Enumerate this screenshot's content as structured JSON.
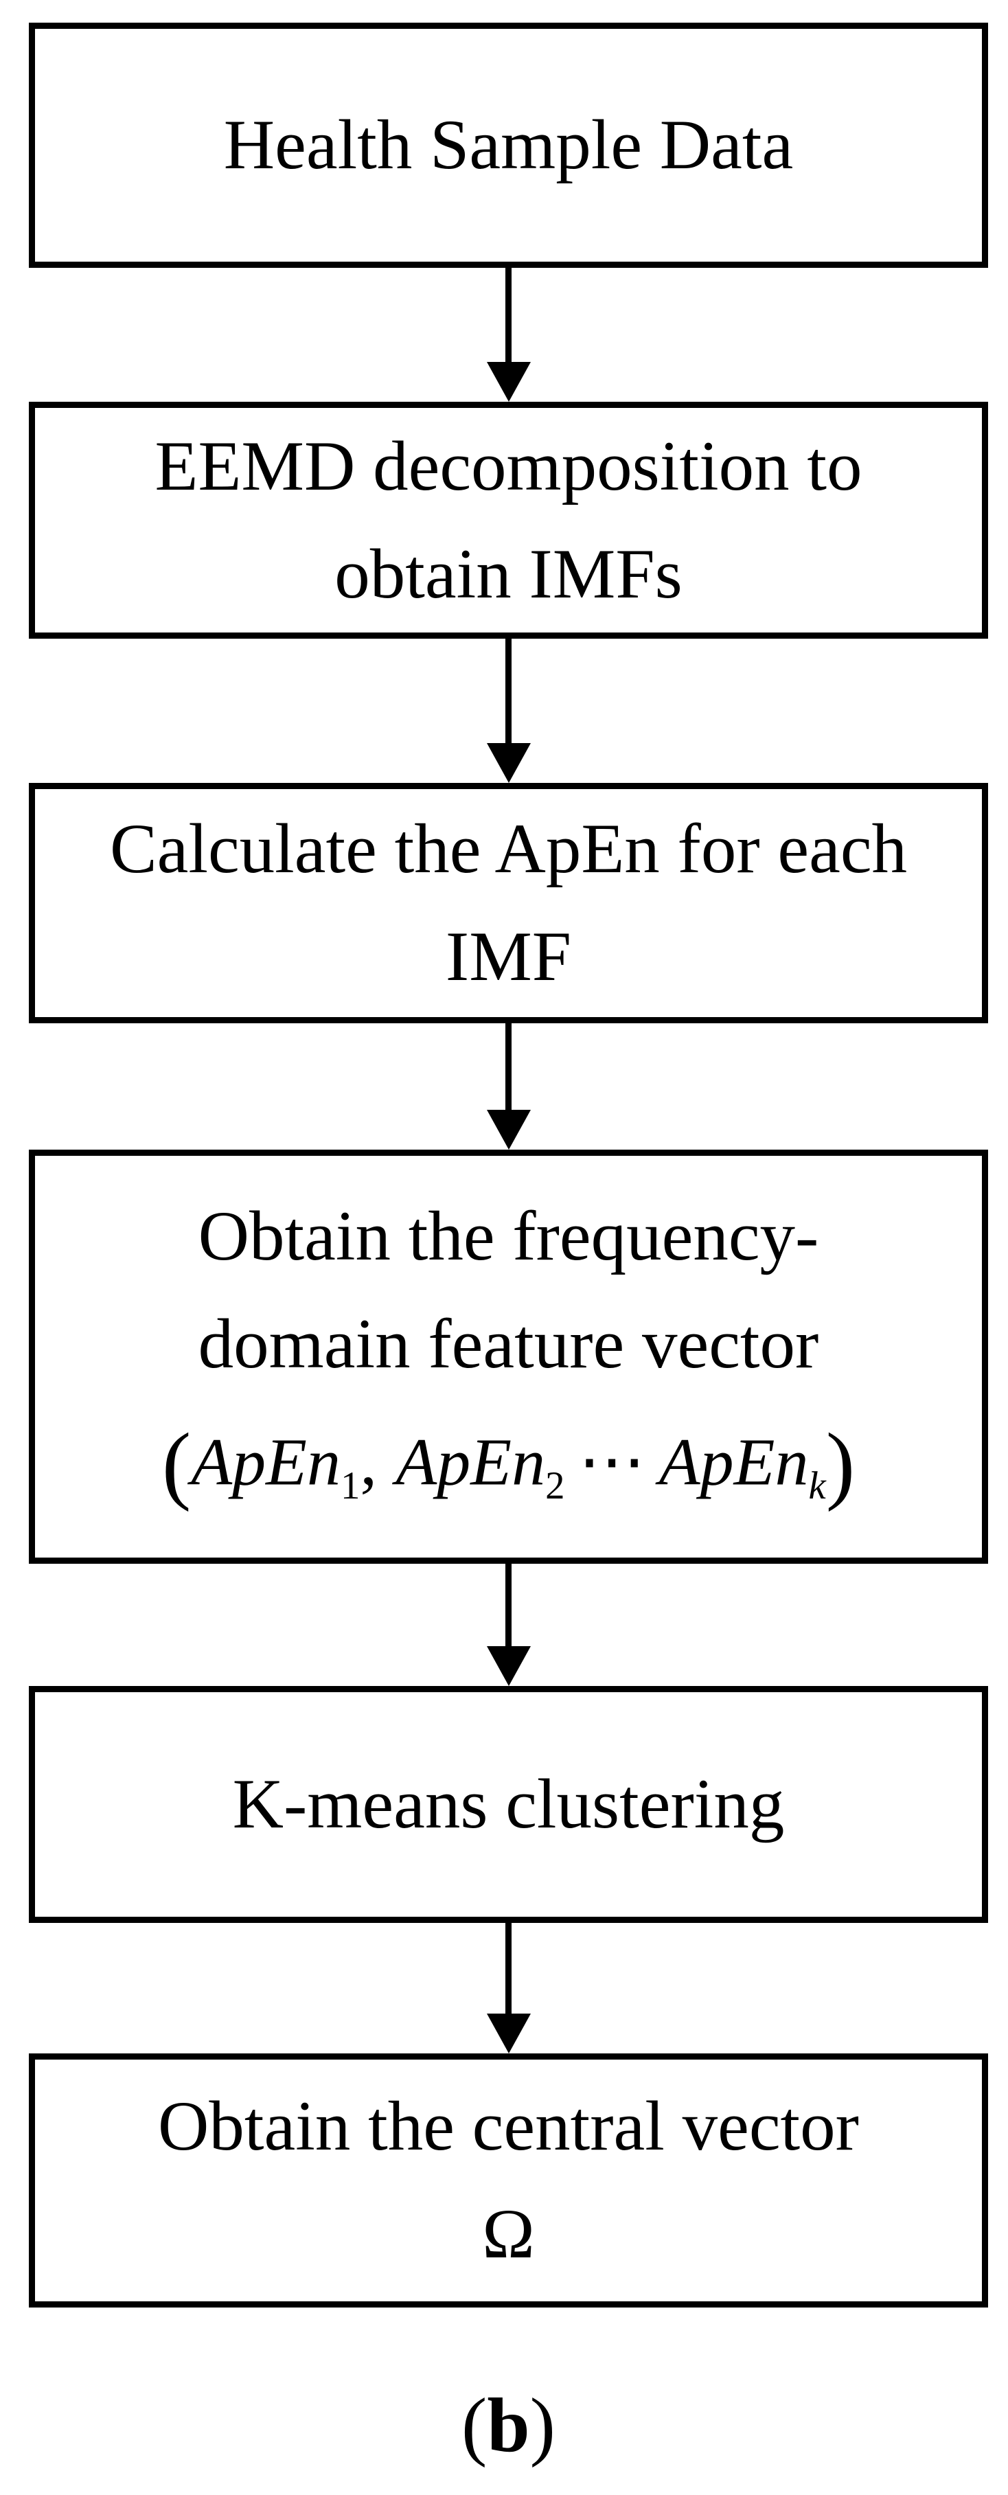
{
  "figure": {
    "caption": {
      "open": "(",
      "label": "b",
      "close": ")"
    }
  },
  "flow": {
    "direction": "top-down",
    "boxes": [
      {
        "name": "health-sample-data",
        "lines": [
          "Health Sample Data"
        ]
      },
      {
        "name": "eemd-decomposition",
        "lines": [
          "EEMD decomposition to",
          "obtain IMFs"
        ]
      },
      {
        "name": "calculate-apen",
        "lines": [
          "Calculate the ApEn for each",
          "IMF"
        ]
      },
      {
        "name": "frequency-domain-feature-vector",
        "lines": [
          "Obtain the frequency-",
          "domain feature vector"
        ],
        "math": {
          "open": "(",
          "term1": "ApEn",
          "sub1": "1",
          "comma": ",",
          "term2": "ApEn",
          "sub2": "2",
          "cdots": "⋯",
          "term3": "ApEn",
          "sub3": "k",
          "close": ")"
        }
      },
      {
        "name": "k-means-clustering",
        "lines": [
          "K-means clustering"
        ]
      },
      {
        "name": "central-vector",
        "lines": [
          "Obtain the central vector",
          "Ω"
        ]
      }
    ],
    "arrows": [
      "down",
      "down",
      "down",
      "down",
      "down"
    ]
  },
  "colors": {
    "stroke": "#000000",
    "background": "#ffffff",
    "text": "#000000"
  }
}
